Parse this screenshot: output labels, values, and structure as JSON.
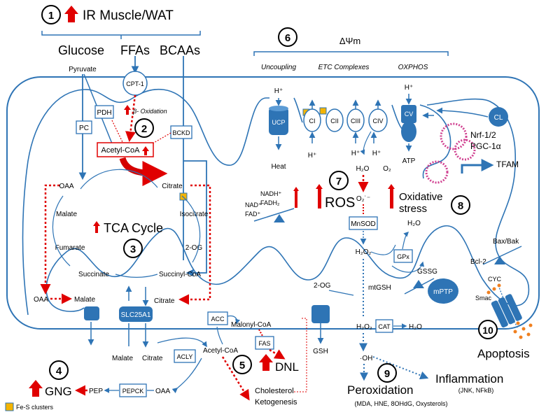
{
  "header": {
    "n1": "1",
    "title": "IR Muscle/WAT",
    "glucose": "Glucose",
    "ffas": "FFAs",
    "bcaas": "BCAAs"
  },
  "etc": {
    "n6": "6",
    "delta_psi": "ΔΨm",
    "uncoupling": "Uncoupling",
    "etc_complexes": "ETC Complexes",
    "oxphos": "OXPHOS",
    "ucp": "UCP",
    "ci": "CI",
    "cii": "CII",
    "ciii": "CIII",
    "civ": "CIV",
    "cv": "CV",
    "cl": "CL",
    "heat": "Heat",
    "atp": "ATP",
    "h_plus": "H⁺",
    "h2o": "H₂O",
    "o2": "O₂"
  },
  "matrix": {
    "pyruvate": "Pyruvate",
    "cpt1": "CPT-1",
    "pdh": "PDH",
    "pc": "PC",
    "beta_ox": "β- Oxidation",
    "n2": "2",
    "bckd": "BCKD",
    "acetyl_coa": "Acetyl-CoA",
    "oaa": "OAA",
    "citrate": "Citrate",
    "malate": "Malate",
    "isocitrate": "Isocitrate",
    "tca": "TCA Cycle",
    "n3": "3",
    "fumarate": "Fumarate",
    "two_og": "2-OG",
    "succinate": "Succinate",
    "succinyl_coa": "Succinyl-CoA",
    "nadh_fadh2": "NADH⁺ FADH₂",
    "nad_fad": "NAD⁺ FAD⁺",
    "n7": "7",
    "ros": "ROS",
    "superoxide": "O₂˙⁻",
    "oxidative_stress": "Oxidative stress",
    "mnsod": "MnSOD",
    "h2o2": "H₂O₂",
    "gpx": "GPx",
    "gssg": "GSSG",
    "mtgsh": "mtGSH",
    "bcl2": "Bcl-2",
    "bax_bak": "Bax/Bak",
    "mptp": "mPTP",
    "nrf": "Nrf-1/2",
    "pgc": "PGC-1α",
    "tfam": "TFAM",
    "n8": "8"
  },
  "cytosol": {
    "oaa": "OAA",
    "malate": "Malate",
    "slc": "SLC25A1",
    "citrate": "Citrate",
    "two_og": "2-OG",
    "acc": "ACC",
    "malonyl": "Malonyl-CoA",
    "fas": "FAS",
    "acetyl_coa": "Acetyl-CoA",
    "n5": "5",
    "dnl": "DNL",
    "cholesterol": "Cholesterol",
    "ketogenesis": "Ketogenesis",
    "malate2": "Malate",
    "citrate2": "Citrate",
    "acly": "ACLY",
    "n4": "4",
    "gng": "GNG",
    "pep": "PEP",
    "pepck": "PEPCK",
    "oaa2": "OAA",
    "gsh": "GSH",
    "h2o2": "H₂O₂",
    "cat": "CAT",
    "h2o": "H₂O",
    "oh": "·OH",
    "n9": "9",
    "peroxidation": "Peroxidation",
    "peroxidation_sub": "(MDA, HNE, 8OHdG, Oxysterols)",
    "inflammation": "Inflammation",
    "inflammation_sub": "(JNK, NFkB)",
    "smac": "Smac",
    "cyc": "CYC",
    "n10": "10",
    "apoptosis": "Apoptosis"
  },
  "legend": {
    "fes": "Fe-S clusters"
  },
  "colors": {
    "blue": "#2E74B5",
    "red": "#E00000",
    "yellow": "#F4B400"
  }
}
